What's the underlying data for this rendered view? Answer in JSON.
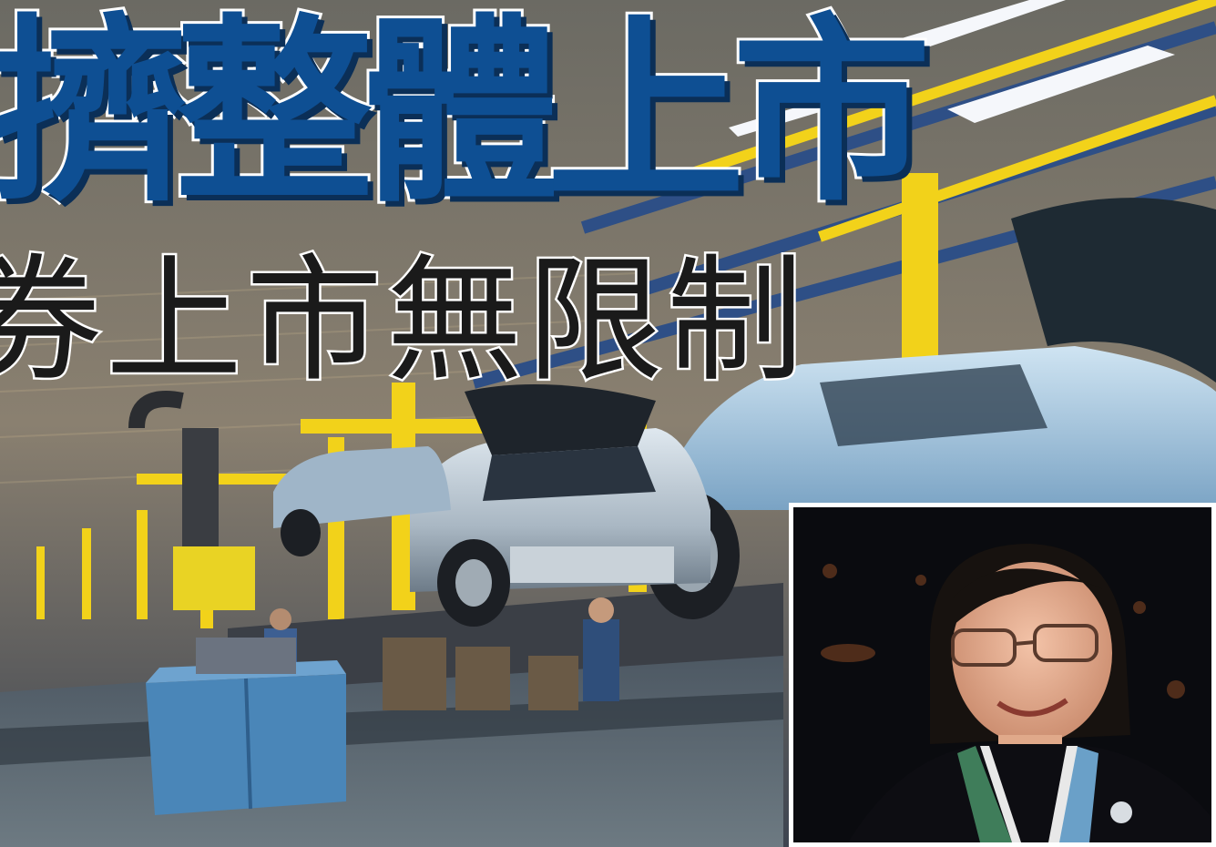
{
  "headline": "擠整體上市",
  "subhead": "券上市無限制",
  "photo": {
    "scene": "car-assembly-line",
    "inset": "portrait-woman-glasses"
  },
  "colors": {
    "headline_fill": "#0e4f93",
    "headline_outline": "#ffffff",
    "subhead_fill": "#1a1a1a",
    "gantry_yellow": "#f2d21a",
    "rail_blue": "#3a6fb0",
    "car_silver": "#b8c4cf",
    "bin_blue": "#4a86b8"
  }
}
